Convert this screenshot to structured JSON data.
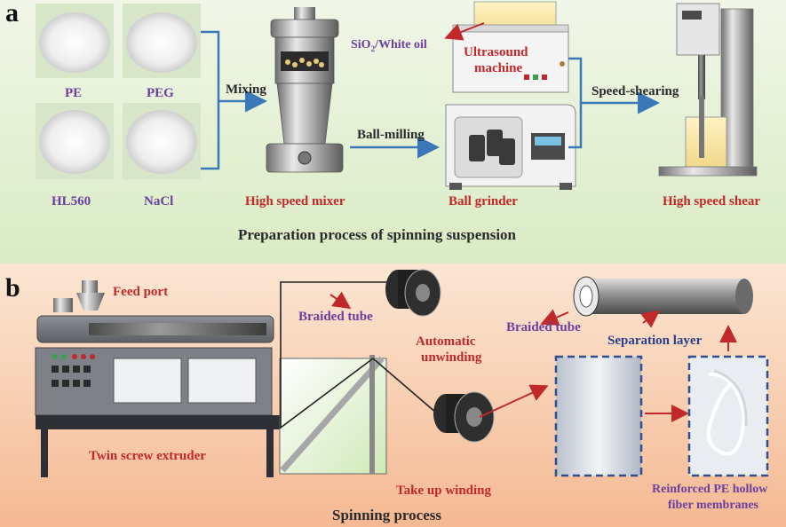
{
  "panel_a": {
    "letter": "a",
    "materials": [
      "PE",
      "PEG",
      "HL560",
      "NaCl"
    ],
    "step_mixing": "Mixing",
    "step_ball_milling": "Ball-milling",
    "step_speed_shearing": "Speed-shearing",
    "sio2_prefix": "SiO",
    "sio2_sub": "2",
    "sio2_suffix": "/White oil",
    "ultrasound_line1": "Ultrasound",
    "ultrasound_line2": "machine",
    "high_speed_mixer": "High speed mixer",
    "ball_grinder": "Ball grinder",
    "high_speed_shear": "High speed shear",
    "caption": "Preparation process of spinning suspension"
  },
  "panel_b": {
    "letter": "b",
    "feed_port": "Feed port",
    "braided_tube": "Braided tube",
    "automatic_line1": "Automatic",
    "automatic_line2": "unwinding",
    "twin_screw": "Twin screw extruder",
    "take_up": "Take up winding",
    "braided_tube_2": "Braided tube",
    "separation_layer": "Separation layer",
    "reinforced_line1": "Reinforced PE hollow",
    "reinforced_line2": "fiber membranes",
    "caption": "Spinning process"
  },
  "colors": {
    "label_purple": "#6a3fa0",
    "label_red": "#c0282a",
    "arrow_blue": "#3a78b8",
    "arrow_red": "#c0282a",
    "bg_top": "#e9f2da",
    "bg_bottom": "#f6c8a6"
  }
}
